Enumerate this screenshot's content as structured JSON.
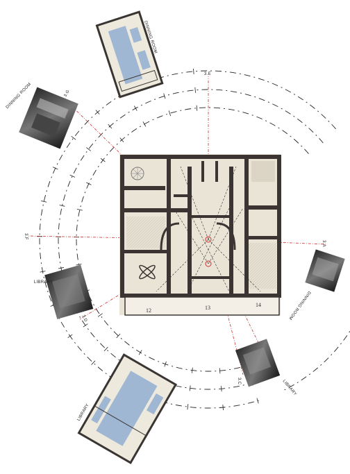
{
  "axes": [
    {
      "id": "3A",
      "label": "3.A"
    },
    {
      "id": "3C",
      "label": "3.C"
    },
    {
      "id": "3D",
      "label": "3.D"
    },
    {
      "id": "3E",
      "label": "3.E"
    },
    {
      "id": "3F",
      "label": "3.F"
    },
    {
      "id": "3G",
      "label": "3.G"
    }
  ],
  "photos": [
    {
      "id": "dining-left",
      "caption": "DINNING ROOM"
    },
    {
      "id": "library-left",
      "caption": "LIBRARY"
    },
    {
      "id": "library-bottom",
      "caption": "LIBRARY"
    },
    {
      "id": "dining-right",
      "caption": "DINNING ROOM"
    }
  ],
  "plans": [
    {
      "id": "plan-top",
      "caption": "DINNING ROOM"
    },
    {
      "id": "plan-bottom",
      "caption": "LIBRARY"
    }
  ],
  "room_numbers": [
    "12",
    "13",
    "14"
  ],
  "colors": {
    "wall": "#3a3532",
    "paper": "#eae4d6",
    "highlight": "#9fb7d3",
    "sightline": "#d0312d"
  }
}
